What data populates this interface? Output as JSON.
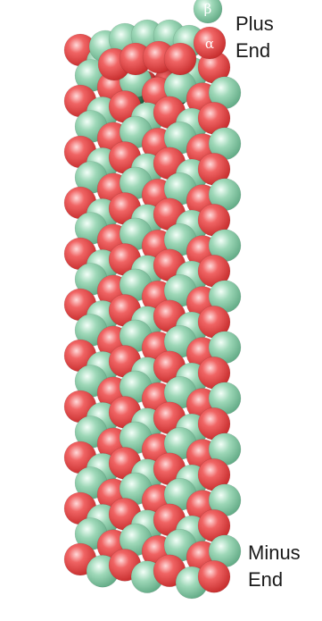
{
  "labels": {
    "plus_end_line1": "Plus",
    "plus_end_line2": "End",
    "minus_end_line1": "Minus",
    "minus_end_line2": "End",
    "alpha_symbol": "α",
    "beta_symbol": "β"
  },
  "colors": {
    "alpha_tubulin": "#ee4b4b",
    "beta_tubulin": "#8fcfad",
    "alpha_inner": "#b01818",
    "beta_inner": "#1f6e45",
    "background": "#ffffff"
  }
}
